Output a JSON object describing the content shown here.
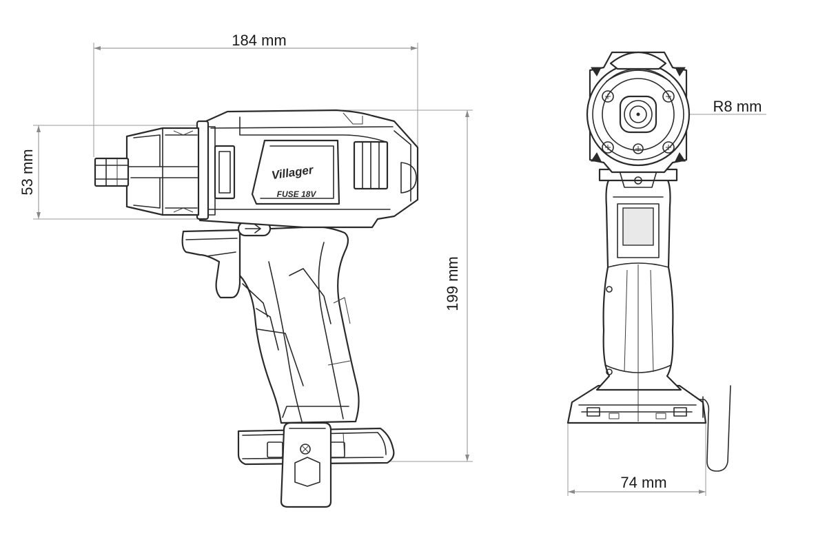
{
  "dimensions": {
    "length": "184 mm",
    "head_height": "53 mm",
    "total_height": "199 mm",
    "radius": "R8 mm",
    "width": "74 mm"
  },
  "branding": {
    "brand": "Villager",
    "model": "FUSE 18V"
  }
}
